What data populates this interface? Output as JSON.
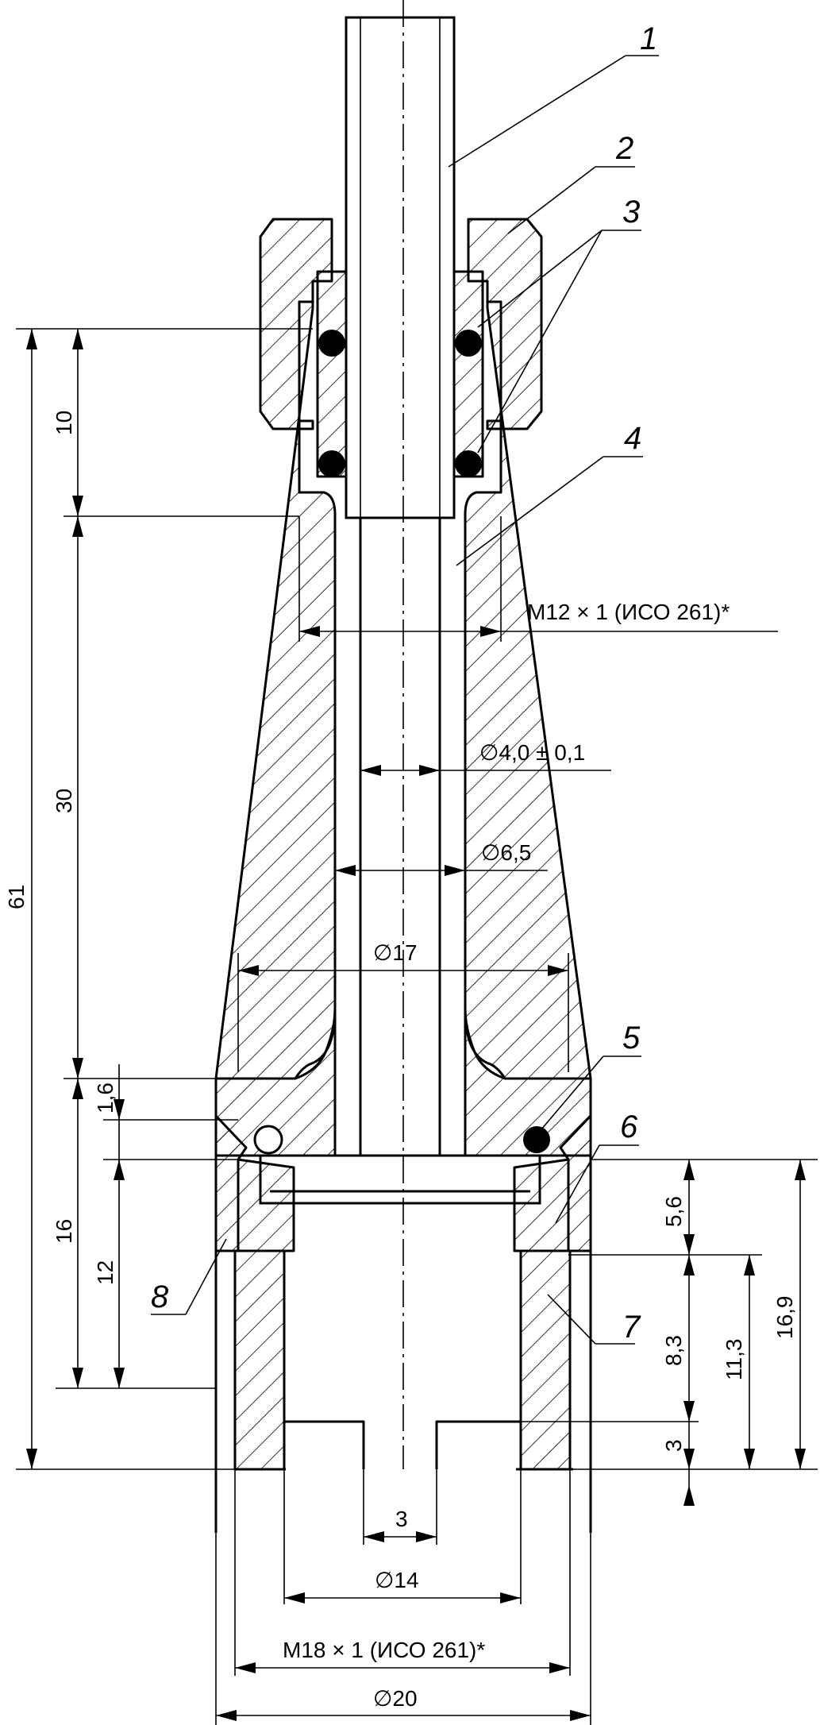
{
  "dimensions": {
    "overall_length": "61",
    "nut_thread_length": "10",
    "stem_length": "30",
    "base_length": "16",
    "base_height": "12",
    "base_recess": "1,6",
    "seal_height": "5,6",
    "lower_section": "8,3",
    "lower_total": "11,3",
    "total_height": "16,9",
    "slot_depth": "3",
    "slot_width": "3",
    "thread_upper": "M12 × 1 (ИСО 261)*",
    "bore_diameter": "∅4,0 ± 0,1",
    "stem_diameter": "∅6,5",
    "flange_diameter": "∅17",
    "inner_diameter": "∅14",
    "thread_lower": "M18 × 1 (ИСО 261)*",
    "outer_diameter": "∅20"
  },
  "callouts": [
    "1",
    "2",
    "3",
    "4",
    "5",
    "6",
    "7",
    "8"
  ]
}
